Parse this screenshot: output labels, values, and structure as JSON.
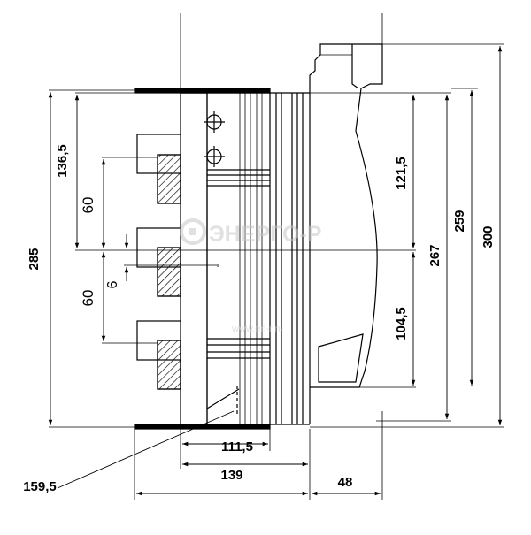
{
  "watermark": {
    "brand": "ЭНЕРГО-Р",
    "site": "www.en-r.ru",
    "color": "#c8c8c8"
  },
  "dimensions": {
    "d285": "285",
    "d136_5": "136,5",
    "d60_top": "60",
    "d60_bottom": "60",
    "d6": "6",
    "d121_5": "121,5",
    "d267": "267",
    "d259": "259",
    "d300": "300",
    "d104_5": "104,5",
    "d111_5": "111,5",
    "d139": "139",
    "d48": "48",
    "d159_5": "159,5"
  },
  "colors": {
    "line": "#000000",
    "hatch": "#000000",
    "background": "#ffffff"
  }
}
